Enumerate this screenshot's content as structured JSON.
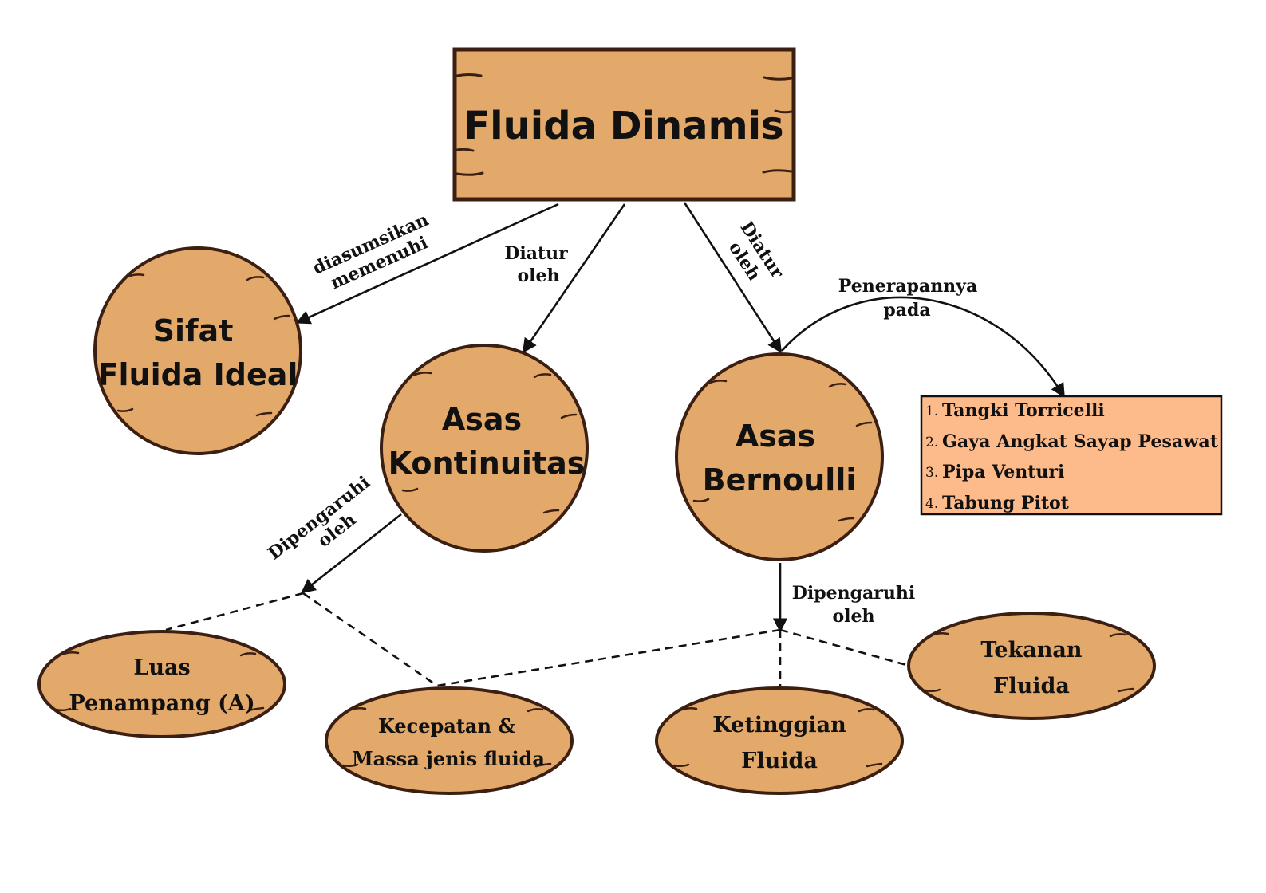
{
  "title": "Fluida Dinamis",
  "nodes": {
    "sifat": [
      "Sifat",
      "Fluida Ideal"
    ],
    "kontinuitas": [
      "Asas",
      "Kontinuitas"
    ],
    "bernoulli": [
      "Asas",
      "Bernoulli"
    ],
    "luas": [
      "Luas",
      "Penampang (A)"
    ],
    "kecepatan": [
      "Kecepatan &",
      "Massa jenis fluida"
    ],
    "ketinggian": [
      "Ketinggian",
      "Fluida"
    ],
    "tekanan": [
      "Tekanan",
      "Fluida"
    ]
  },
  "edge_labels": {
    "sifat": [
      "diasumsikan",
      "memenuhi"
    ],
    "kontinuitas": [
      "Diatur",
      "oleh"
    ],
    "bernoulli": [
      "Diatur",
      "oleh"
    ],
    "penerapan": [
      "Penerapannya",
      "pada"
    ],
    "dipengaruhi_kontinuitas": [
      "Dipengaruhi",
      "oleh"
    ],
    "dipengaruhi_bernoulli": [
      "Dipengaruhi",
      "oleh"
    ]
  },
  "applications": [
    {
      "num": "1.",
      "text": "Tangki Torricelli"
    },
    {
      "num": "2.",
      "text": "Gaya Angkat Sayap Pesawat"
    },
    {
      "num": "3.",
      "text": "Pipa Venturi"
    },
    {
      "num": "4.",
      "text": "Tabung Pitot"
    }
  ],
  "colors": {
    "wood": "#E3A96B",
    "wood_dark": "#3B1F12",
    "list_bg": "#FDBA8A",
    "line": "#111111"
  }
}
